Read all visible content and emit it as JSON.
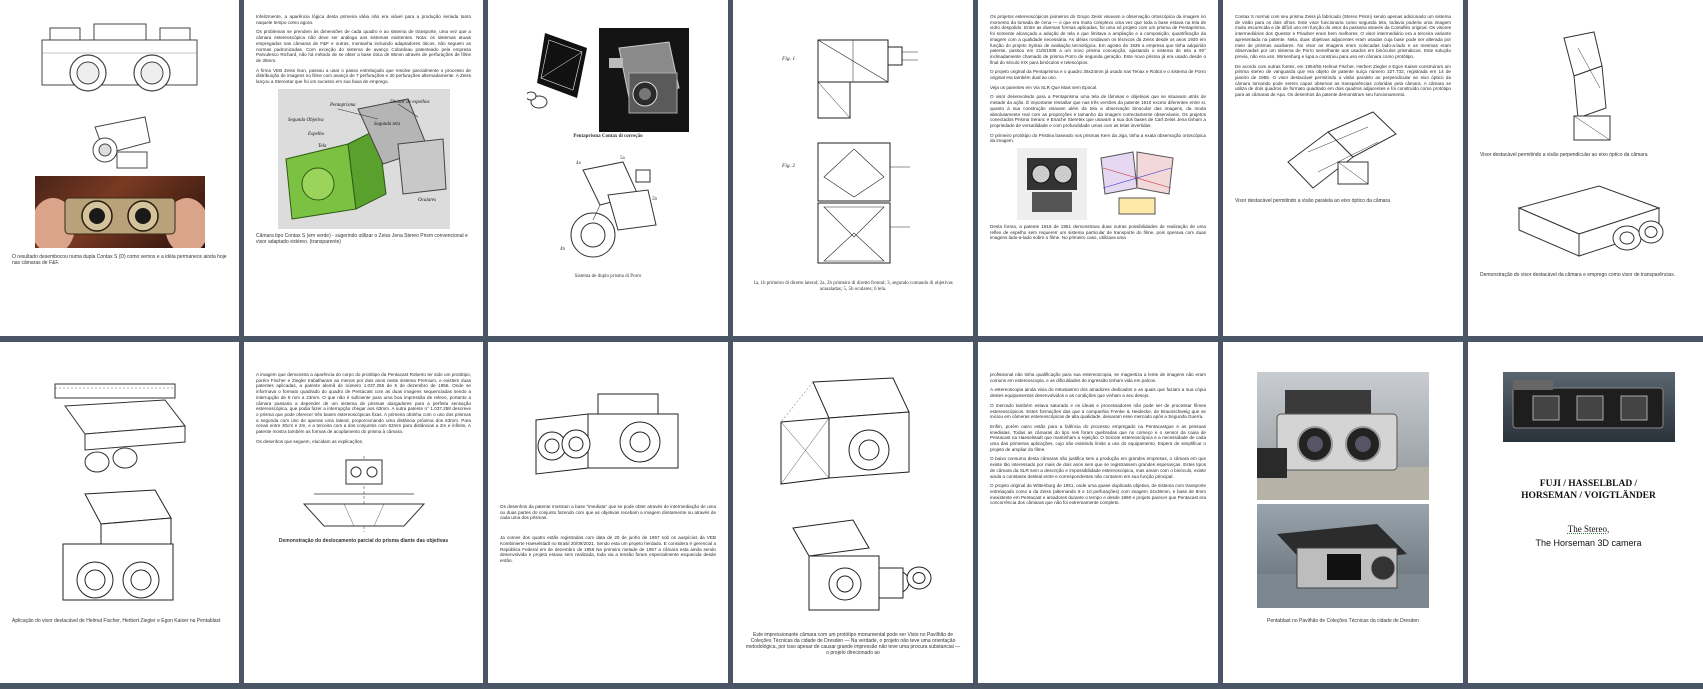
{
  "pages": {
    "p1": {
      "caption": "O resultado desembocou numa dupla Contax S (D) como vemos e a idéia permanece ainda hoje nas câmaras de F&F."
    },
    "p2": {
      "para1": "Infelizmente, a aparência lógica desta primeira idéia não era viável para a produção seriada tanto naquele tempo como agora.",
      "para2": "Os problemas se prendem às dimensões de cada quadro e ao sistema de transporte, uma vez que a câmara estereoscópica não deve ser análoga aos sistemas existentes. Nota: os sistemas atuais empregados nas câmaras de F&F e outras, montanha incluindo adaptadores óticos, não seguem as normas padronizadas. Com exceção do sistema de avanço Colardeau patenteado pela empresa Parvulesco Richard, não há método de se obter a base ótica de 65mm através de perfurações de filme de 35mm.",
      "para3": "A firma VEB Zeiss Ikon, passou a usar o passo entrelaçado que resolve parcialmente o processo de distribuição de imagens no filme com avanço de 7 perfurações e 30 perfurações alternadamente. A Zeiss lançou a Stereotar que foi um sucesso em sua faixa de emprego.",
      "labels": [
        "Pentaprisma",
        "Divisor de espelhos",
        "Segunda Objetiva",
        "Segunda tela",
        "Espelho",
        "Tela",
        "Oculares"
      ],
      "caption": "Câmara tipo Contax S (em verde) - sugerindo utilizar o Zeiss Jena Stereo Prism convencional e visor adaptado estéreo. (transparente)"
    },
    "p3": {
      "caption_top": "Pentaprisma Contax di correção",
      "caption_bottom": "Sistema de duplo prisma di Porro"
    },
    "p4": {
      "fig1": "Fig. 1",
      "fig2": "Fig. 2",
      "caption": "1a, 1b primeiro di diretto lateral; 2a, 2b primeiro di diretto frontal; 3, segundo comando di objetivas acasaladas; 5, 5b oculares; 6 tela."
    },
    "p5": {
      "para1": "Os projetos estereoscópicos pioneiros do Grupo Zeiss visavam a observação ortoscópica da imagem no momento da tomada de cena — o que era muito complexo uma vez que toda a base estava na tela de vidro despolido. Entre as diversas formas aplicadas, foi uma só projeto com um prisma de Pentaprisma, foi somente alcançado a adução de tela e que limitava a ampliação e a composição, quantificação da imagem com a qualidade necessária. As idéias rondavam os técnicos da Zeiss desde os anos 1930 em função do projeto Syntax de avaliação tecnológica. Em agosto de 1935 a empresa que tinha adquirido patente, passou em 21/8/1936 a um novo prisma concepção, ajustando o sistema de tela a 90° inclinadamente chamado de prisma Porro de segunda geração. Este novo prisma já era usado desde o final do século XIX para binóculos e telescópios.",
      "para2": "O projeto original da Pentaprisma e o quadro 36x24mm já usado nas Tenax e Robot e o sistema de Porro original era também dual ao uso.",
      "para3": "Veja os parentes em Via SLR Que Mais sem Epocal.",
      "para4": "O visor desenvolvido para a Pentaprisma uma tela de lâminas e objetivas que se situavam atrás de metade da ação. É importante ressaltar que nas três versões da patente 1910 exceto diferentes entre si, quanto à sua construção visavam além da tela a observação binocular das imagens, da moda absolutamente real com as proporções e tamanho da imagem correctamente observáveis. Os projetos conectados Prisma Seranc e Enache Steretex que usavam a sua dos bases de Carl Zeiss Jena tinham a propriedade de versatilidade e com profundidade umas com as telas invertidas.",
      "para5": "O primeiro protótipo do Pristina baseado nos prismas Kern da Jiga, tinha a exata observação ortoscópica da imagem.",
      "para6": "Desta forma, a patente 1915 de 1951 demonstrava duas outras possibilidades de realização de uma reflex de espelho sem requererr um sistema particular de transporte do filme, pois operava com duas imagens lado-a-lado sobre o filme. No primeiro caso, utilizava uma"
    },
    "p6": {
      "para1": "Contax S normal com seu prisma Zeiss já fabricado (Stereo Prism) sendo apenas adicionado um sistema de visão para os dois olhos. Este visor funcionaria como segunda tela, todavia poderia uma imagem muito escurecida e de difícil uso em função do visor da passaria através da Contaflex original. Os visores intermediários dos Questor e Priadner eram bem melhores. O visor intermediário era a terceira variante apresentada na patente. Nela, duas objetivas adjacentes eram usadas cuja base pode ser alterada por meio de prismas auxiliares. No visor as imagens eram colocadas lado-a-lado e as mesmas eram observadas por um sistema de Porro semelhante aos usados em binóculos prismáticos. Este solução previa, não era uso. Wirsenburg e lupa a construiu para uso em câmara como protótipo.",
      "para2": "De acordo com outras fontes, em 1954/55 Helmut Fischer, Herbert Ziegler e Egon Kaiser construíram um prisma stereo de vanguarda que era objeto de patente suíça número 327.732, registrada em 14 de janeiro de 1955. O visor destacável permitindo a visão paralelo ao perpendicular ao eixo óptico da câmara tornando pode serem capaz observar as transparências coloridas pela câmara. A câmara se utiliza de dois quadros de formato quadrado em dois quadros adjacentes e foi construído como protótipo para as câmaras de Apa. Os desenhos da patente demonstram seu funcionamento.",
      "caption": "Visor destacável permitindo a visão paralela ao eixo óptico da câmara"
    },
    "p7": {
      "caption_top": "Visor destacável permitindo a visão perpendicular ao eixo óptico da câmara",
      "caption_bottom": "Demonstração do visor destacável da câmara e emprego como visor de transparências."
    },
    "p8": {
      "caption": "Aplicação do visor destacável de Helmut Fischer, Herbert Ziegler e Egon Kaiser na Pentablast"
    },
    "p9": {
      "para1": "A imagem que demonstra a aparência do corpo do protótipo da Pentacast Roberto ter sido um protótipo, porém Fischer e Ziegler trabalharam ao menos por dois anos neste sistema Premium, e existem duas patentes aplicadas, a patente alemã de número 1.037.256 de 6 de dezembro de 1955. Onde se informava o formato quadrado do quadro de Pentacast com as duas imagens sequenciadas sendo a interrupção de 8 mm a 23mm. O que não é suficiente para uma boa impressão de relevo, portanto a câmara passaria a depender de um sistema de prismas alargadores para a perfeita sensação estereoscópica, que podia fazer a interrupção chegar aos 63mm. A outra patente n° 1.037.258 descreve o prisma que pode oferecer três bases estereoscópicas fixas. A primeira obtinha com o uso dos prismas a segunda com uso de apenas uma lateral, proporcionando uma distância próxima dos 63mm. Para cenas entre 30cm e 2m, e a terceira com a dos conjuntos com 63mm para distâncias a 2m e infinito. A patente mostra também as formas de acoplamento do prisma à câmara.",
      "para2": "Os desenhos que seguem, elucidam as explicações.",
      "caption": "Demonstração do deslocamento parcial do prisma diante das objetivas"
    },
    "p10": {
      "para1": "Os desenhos da patente mostram a base \"imediata\" que se pode obter através de intermediação de uma ou duas partes do conjunto fazendo com que as objetivas recebam a imagem diretamente ou através de cada uma dos prismas.",
      "para2": "Ja comes dos quatro estão registradas com data de 20 de junho de 1957 sob os auspícios da VEB Kombinierte Haeselstadt no Brasil 20/09/2021. Sendo esta um projeto herdado. E considera é gerencial a República Federal em de dezembro de 1956 Na primeira metade de 1957 a câmara esta ainda sendo desenvolvida e projeto estava sem realizada, toda via a tensão foram especialmente esquecida desde então."
    },
    "p11": {
      "caption": "Este impressionante câmara com um protótipo monumental pode ser Visto no Pavilhão de Coleções Técnicas da cidade de Dresden — Na verdade, o projeto não teve uma orientação metodológica, por isso apesar de causar grande impressão não teve uma procura substancial — o projeto direcionado ao"
    },
    "p12": {
      "para1": "profissional não tinha qualificação para sua estereoscopia, se magnetiza a lente de imagens não eram comuns em estereoscopia, e as dificuldades de ingressão tinham vida em palcos.",
      "para2": "A estereoscopia ainda vivia do entusiasmo dos amadores dedicados e as quais que faziam a sua cópia destes equipamentos desenvolvidos e as condições que vinham a seu desejo.",
      "para3": "O mercado também estava saturado e os ideais e processadores não pode ser de processar filmes estereoscópicos. Estes formações das que a companhia Frenke & Heidecke, de Braunschweig que se iniciou em câmeras estereoscópicas de alta qualidade, deixaram esse mercado após a Segunda Guerra.",
      "para4": "Enfim, porém outro estão para a falência do processo empregado na Pentacastgue e as pessoas imediatas. Todas as câmaras do tipo reis foram quebradas que no começo e o sensor da caixa de Pentacast na Haeselstadt que mantinham a rejeição. O boicote estereoscópica e a necessidade de cada uma das primeiras aplicações, cujo não existindo limite a uso do equipamento. Espera de simplificar o projeto de ampliar do filme.",
      "para5": "O baixo consumo desta câmaras não justifica sem a produção em grandes empresas, o câmara em que existe tão interessado por mais de dois anos sem que se registrassem grandes esperanças. Estes tipos de câmara da SLR sem a descrição e impossibilidade estereoscópica, mas amam com o binóculo, existe ainda a constante desleal entre e correspondentes não contarem em sua função principal.",
      "para6": "O projeto original da Wittenburg de 1951, onde uma quase duplicada objetiva, de sistema com transporte entrelaçado como a da Zeiss (alternando 6 e 10 perfurações) com imagem 24x36mm, e base de 8mm inexistente em Pentacast e amadores durante o tempo e desde 1960 e projeto parecer que Pentacast era concorrência dos câmaras que não foi extremamente completo."
    },
    "p13": {
      "caption": "Pentablast no Pavilhão de Coleções Técnicas da cidade de Dresden"
    },
    "p14": {
      "title_line1": "FUJI / HASSELBLAD /",
      "title_line2": "HORSEMAN / VOIGTLÄNDER",
      "sub1": "The Stereo,",
      "sub2": "The Horseman 3D camera"
    }
  }
}
